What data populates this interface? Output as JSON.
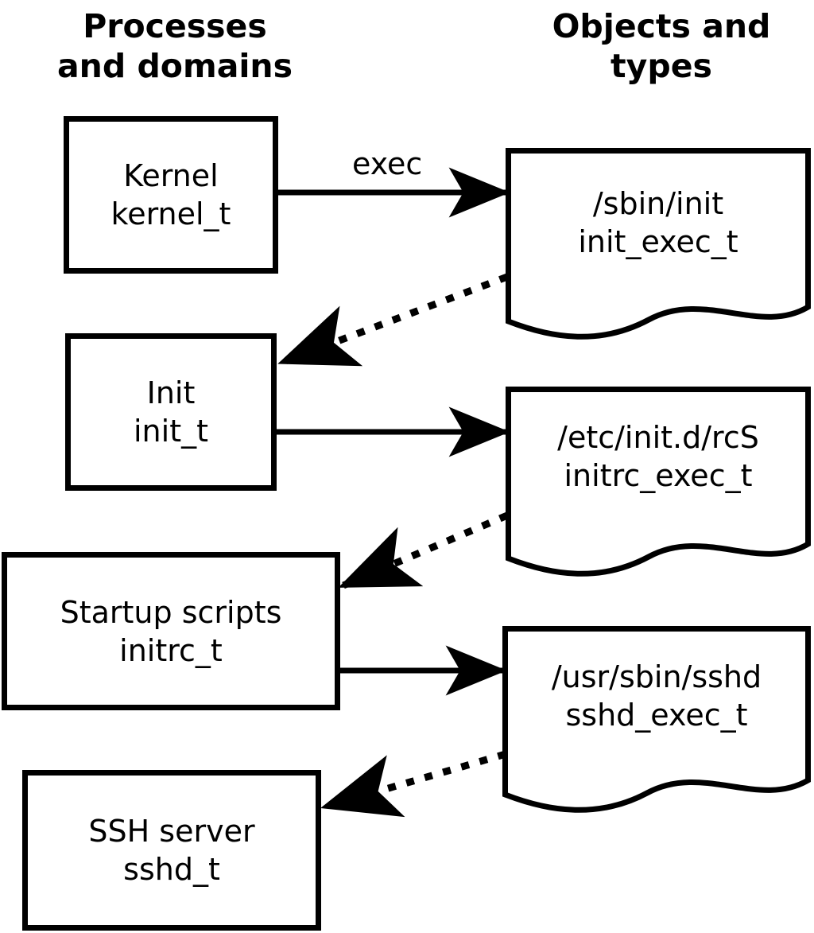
{
  "headers": {
    "left": "Processes\nand domains",
    "right": "Objects and\ntypes"
  },
  "colors": {
    "stroke": "#000000",
    "fill": "#ffffff",
    "text": "#000000"
  },
  "processes": [
    {
      "name": "Kernel",
      "type": "kernel_t"
    },
    {
      "name": "Init",
      "type": "init_t"
    },
    {
      "name": "Startup scripts",
      "type": "initrc_t"
    },
    {
      "name": "SSH server",
      "type": "sshd_t"
    }
  ],
  "objects": [
    {
      "path": "/sbin/init",
      "type": "init_exec_t"
    },
    {
      "path": "/etc/init.d/rcS",
      "type": "initrc_exec_t"
    },
    {
      "path": "/usr/sbin/sshd",
      "type": "sshd_exec_t"
    }
  ],
  "edges": [
    {
      "from": "Kernel",
      "to": "/sbin/init",
      "label": "exec",
      "style": "solid"
    },
    {
      "from": "/sbin/init",
      "to": "Init",
      "label": "",
      "style": "dotted"
    },
    {
      "from": "Init",
      "to": "/etc/init.d/rcS",
      "label": "",
      "style": "solid"
    },
    {
      "from": "/etc/init.d/rcS",
      "to": "Startup scripts",
      "label": "",
      "style": "dotted"
    },
    {
      "from": "Startup scripts",
      "to": "/usr/sbin/sshd",
      "label": "",
      "style": "solid"
    },
    {
      "from": "/usr/sbin/sshd",
      "to": "SSH server",
      "label": "",
      "style": "dotted"
    }
  ],
  "labels": {
    "exec": "exec"
  }
}
